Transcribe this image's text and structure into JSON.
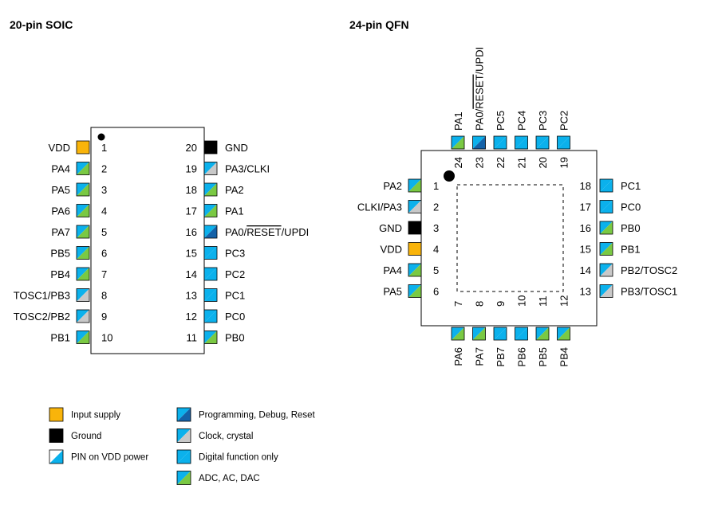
{
  "colors": {
    "supply": "#F9B40A",
    "ground": "#000000",
    "digital": "#0BB1EC",
    "adc": "#7AC943",
    "prog": "#1462A8",
    "clock": "#C8C8C8",
    "white": "#FFFFFF"
  },
  "soic": {
    "title": "20-pin SOIC",
    "left": [
      {
        "num": "1",
        "name": "VDD",
        "type": "supply"
      },
      {
        "num": "2",
        "name": "PA4",
        "type": "adc"
      },
      {
        "num": "3",
        "name": "PA5",
        "type": "adc"
      },
      {
        "num": "4",
        "name": "PA6",
        "type": "adc"
      },
      {
        "num": "5",
        "name": "PA7",
        "type": "adc"
      },
      {
        "num": "6",
        "name": "PB5",
        "type": "adc"
      },
      {
        "num": "7",
        "name": "PB4",
        "type": "adc"
      },
      {
        "num": "8",
        "name": "TOSC1/PB3",
        "type": "clock"
      },
      {
        "num": "9",
        "name": "TOSC2/PB2",
        "type": "clock"
      },
      {
        "num": "10",
        "name": "PB1",
        "type": "adc"
      }
    ],
    "right": [
      {
        "num": "20",
        "name": "GND",
        "type": "ground"
      },
      {
        "num": "19",
        "name": "PA3/CLKI",
        "type": "clock"
      },
      {
        "num": "18",
        "name": "PA2",
        "type": "adc"
      },
      {
        "num": "17",
        "name": "PA1",
        "type": "adc"
      },
      {
        "num": "16",
        "name": "PA0/RESET/UPDI",
        "type": "prog"
      },
      {
        "num": "15",
        "name": "PC3",
        "type": "digital"
      },
      {
        "num": "14",
        "name": "PC2",
        "type": "digital"
      },
      {
        "num": "13",
        "name": "PC1",
        "type": "digital"
      },
      {
        "num": "12",
        "name": "PC0",
        "type": "digital"
      },
      {
        "num": "11",
        "name": "PB0",
        "type": "adc"
      }
    ]
  },
  "qfn": {
    "title": "24-pin QFN",
    "left": [
      {
        "num": "1",
        "name": "PA2",
        "type": "adc"
      },
      {
        "num": "2",
        "name": "CLKI/PA3",
        "type": "clock"
      },
      {
        "num": "3",
        "name": "GND",
        "type": "ground"
      },
      {
        "num": "4",
        "name": "VDD",
        "type": "supply"
      },
      {
        "num": "5",
        "name": "PA4",
        "type": "adc"
      },
      {
        "num": "6",
        "name": "PA5",
        "type": "adc"
      }
    ],
    "bottom": [
      {
        "num": "7",
        "name": "PA6",
        "type": "adc"
      },
      {
        "num": "8",
        "name": "PA7",
        "type": "adc"
      },
      {
        "num": "9",
        "name": "PB7",
        "type": "digital"
      },
      {
        "num": "10",
        "name": "PB6",
        "type": "digital"
      },
      {
        "num": "11",
        "name": "PB5",
        "type": "adc"
      },
      {
        "num": "12",
        "name": "PB4",
        "type": "adc"
      }
    ],
    "right": [
      {
        "num": "18",
        "name": "PC1",
        "type": "digital"
      },
      {
        "num": "17",
        "name": "PC0",
        "type": "digital"
      },
      {
        "num": "16",
        "name": "PB0",
        "type": "adc"
      },
      {
        "num": "15",
        "name": "PB1",
        "type": "adc"
      },
      {
        "num": "14",
        "name": "PB2/TOSC2",
        "type": "clock"
      },
      {
        "num": "13",
        "name": "PB3/TOSC1",
        "type": "clock"
      }
    ],
    "top": [
      {
        "num": "24",
        "name": "PA1",
        "type": "adc"
      },
      {
        "num": "23",
        "name": "PA0/RESET/UPDI",
        "type": "prog"
      },
      {
        "num": "22",
        "name": "PC5",
        "type": "digital"
      },
      {
        "num": "21",
        "name": "PC4",
        "type": "digital"
      },
      {
        "num": "20",
        "name": "PC3",
        "type": "digital"
      },
      {
        "num": "19",
        "name": "PC2",
        "type": "digital"
      }
    ]
  },
  "legend": {
    "col1": [
      {
        "label": "Input supply",
        "type": "supply",
        "vdd": false
      },
      {
        "label": "Ground",
        "type": "ground",
        "vdd": false
      },
      {
        "label": "PIN on VDD power",
        "type": "digital",
        "vdd": true
      }
    ],
    "col2": [
      {
        "label": "Programming, Debug, Reset",
        "type": "prog",
        "vdd": false
      },
      {
        "label": "Clock, crystal",
        "type": "clock",
        "vdd": false
      },
      {
        "label": "Digital function only",
        "type": "digital",
        "vdd": false
      },
      {
        "label": "ADC, AC, DAC",
        "type": "adc",
        "vdd": false
      }
    ]
  }
}
